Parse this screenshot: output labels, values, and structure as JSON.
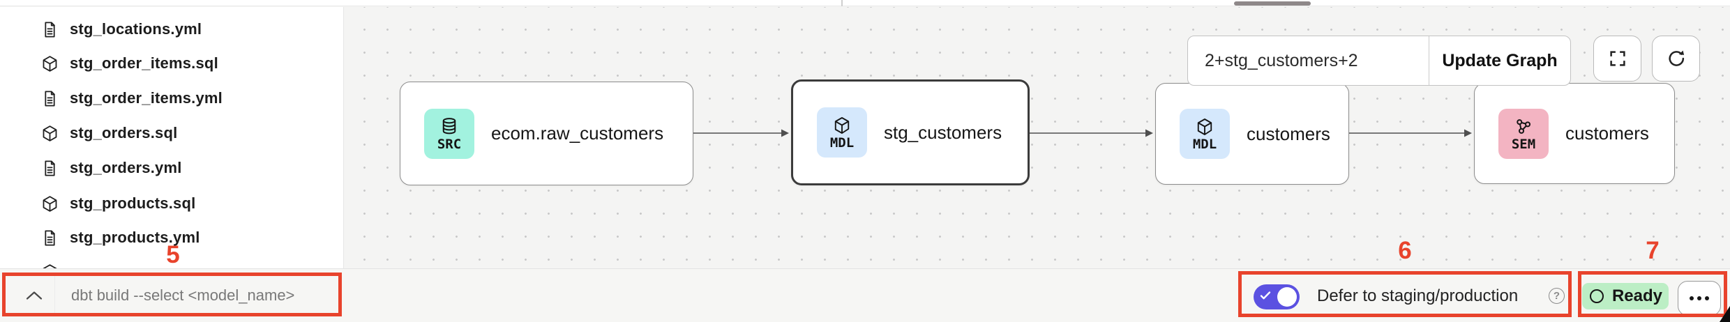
{
  "sidebar": {
    "files": [
      {
        "name": "stg_locations.yml",
        "icon": "file-doc"
      },
      {
        "name": "stg_order_items.sql",
        "icon": "model-cube"
      },
      {
        "name": "stg_order_items.yml",
        "icon": "file-doc"
      },
      {
        "name": "stg_orders.sql",
        "icon": "model-cube"
      },
      {
        "name": "stg_orders.yml",
        "icon": "file-doc"
      },
      {
        "name": "stg_products.sql",
        "icon": "model-cube"
      },
      {
        "name": "stg_products.yml",
        "icon": "file-doc"
      }
    ]
  },
  "canvas": {
    "selector": {
      "value": "2+stg_customers+2",
      "update_label": "Update Graph"
    },
    "nodes": [
      {
        "badge": "SRC",
        "label": "ecom.raw_customers",
        "type": "source",
        "selected": false
      },
      {
        "badge": "MDL",
        "label": "stg_customers",
        "type": "model",
        "selected": true
      },
      {
        "badge": "MDL",
        "label": "customers",
        "type": "model",
        "selected": false
      },
      {
        "badge": "SEM",
        "label": "customers",
        "type": "semantic",
        "selected": false
      }
    ],
    "colors": {
      "source_badge": "#A2F2DF",
      "model_badge": "#D5E8FC",
      "semantic_badge": "#F3B4C2"
    }
  },
  "command_bar": {
    "placeholder": "dbt build --select <model_name>"
  },
  "status_bar": {
    "defer_label": "Defer to staging/production",
    "defer_enabled": true,
    "ready_label": "Ready"
  },
  "icons": {
    "help_glyph": "?"
  },
  "annotations": {
    "color": "#E8432C",
    "five": "5",
    "six": "6",
    "seven": "7"
  }
}
